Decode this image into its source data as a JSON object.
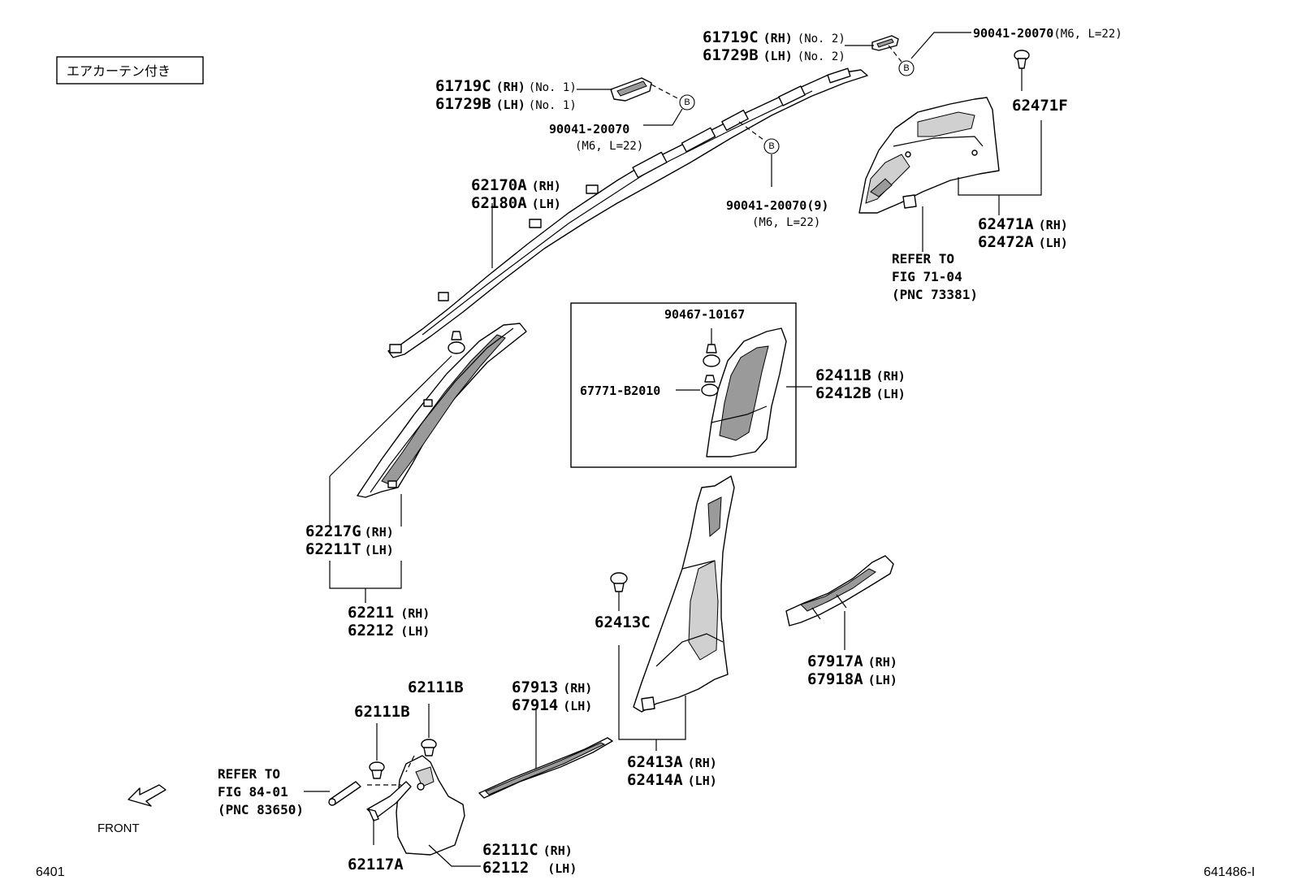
{
  "badge_letter": "B",
  "header_label": "エアカーテン付き",
  "front_label": "FRONT",
  "footer_left": "6401",
  "footer_right": "641486-I",
  "callouts": [
    {
      "id": "c_61719c",
      "parts": [
        {
          "pn": "61719C",
          "side": "(RH)",
          "note": "(No. 2)"
        },
        {
          "pn": "61729B",
          "side": "(LH)",
          "note": "(No. 2)"
        }
      ]
    },
    {
      "id": "c_90041_top",
      "parts": [
        {
          "pn": "90041-20070",
          "note": "(M6, L=22)"
        }
      ]
    },
    {
      "id": "c_61719c_1",
      "parts": [
        {
          "pn": "61719C",
          "side": "(RH)",
          "note": "(No. 1)"
        },
        {
          "pn": "61729B",
          "side": "(LH)",
          "note": "(No. 1)"
        }
      ]
    },
    {
      "id": "c_90041_mid",
      "parts": [
        {
          "pn": "90041-20070"
        }
      ],
      "sub": "(M6, L=22)"
    },
    {
      "id": "c_62471f",
      "parts": [
        {
          "pn": "62471F"
        }
      ]
    },
    {
      "id": "c_62170a",
      "parts": [
        {
          "pn": "62170A",
          "side": "(RH)"
        },
        {
          "pn": "62180A",
          "side": "(LH)"
        }
      ]
    },
    {
      "id": "c_90041_9",
      "parts": [
        {
          "pn": "90041-20070(9)"
        }
      ],
      "sub": "(M6, L=22)"
    },
    {
      "id": "c_62471a",
      "parts": [
        {
          "pn": "62471A",
          "side": "(RH)"
        },
        {
          "pn": "62472A",
          "side": "(LH)"
        }
      ]
    },
    {
      "id": "c_refer71",
      "lines": [
        "REFER TO",
        "FIG 71-04",
        "(PNC 73381)"
      ]
    },
    {
      "id": "c_90467",
      "parts": [
        {
          "pn": "90467-10167"
        }
      ]
    },
    {
      "id": "c_67771",
      "parts": [
        {
          "pn": "67771-B2010"
        }
      ]
    },
    {
      "id": "c_62411b",
      "parts": [
        {
          "pn": "62411B",
          "side": "(RH)"
        },
        {
          "pn": "62412B",
          "side": "(LH)"
        }
      ]
    },
    {
      "id": "c_62217g",
      "parts": [
        {
          "pn": "62217G",
          "side": "(RH)"
        },
        {
          "pn": "62211T",
          "side": "(LH)"
        }
      ]
    },
    {
      "id": "c_62211",
      "parts": [
        {
          "pn": "62211",
          "side": "(RH)"
        },
        {
          "pn": "62212",
          "side": "(LH)"
        }
      ]
    },
    {
      "id": "c_62413c",
      "parts": [
        {
          "pn": "62413C"
        }
      ]
    },
    {
      "id": "c_67917a",
      "parts": [
        {
          "pn": "67917A",
          "side": "(RH)"
        },
        {
          "pn": "67918A",
          "side": "(LH)"
        }
      ]
    },
    {
      "id": "c_62111b_a",
      "parts": [
        {
          "pn": "62111B"
        }
      ]
    },
    {
      "id": "c_62111b_b",
      "parts": [
        {
          "pn": "62111B"
        }
      ]
    },
    {
      "id": "c_67913",
      "parts": [
        {
          "pn": "67913",
          "side": "(RH)"
        },
        {
          "pn": "67914",
          "side": "(LH)"
        }
      ]
    },
    {
      "id": "c_62413a",
      "parts": [
        {
          "pn": "62413A",
          "side": "(RH)"
        },
        {
          "pn": "62414A",
          "side": "(LH)"
        }
      ]
    },
    {
      "id": "c_refer84",
      "lines": [
        "REFER TO",
        "FIG 84-01",
        "(PNC 83650)"
      ]
    },
    {
      "id": "c_62117a",
      "parts": [
        {
          "pn": "62117A"
        }
      ]
    },
    {
      "id": "c_62111c",
      "parts": [
        {
          "pn": "62111C",
          "side": "(RH)"
        },
        {
          "pn": "62112",
          "side": " (LH)"
        }
      ]
    }
  ]
}
